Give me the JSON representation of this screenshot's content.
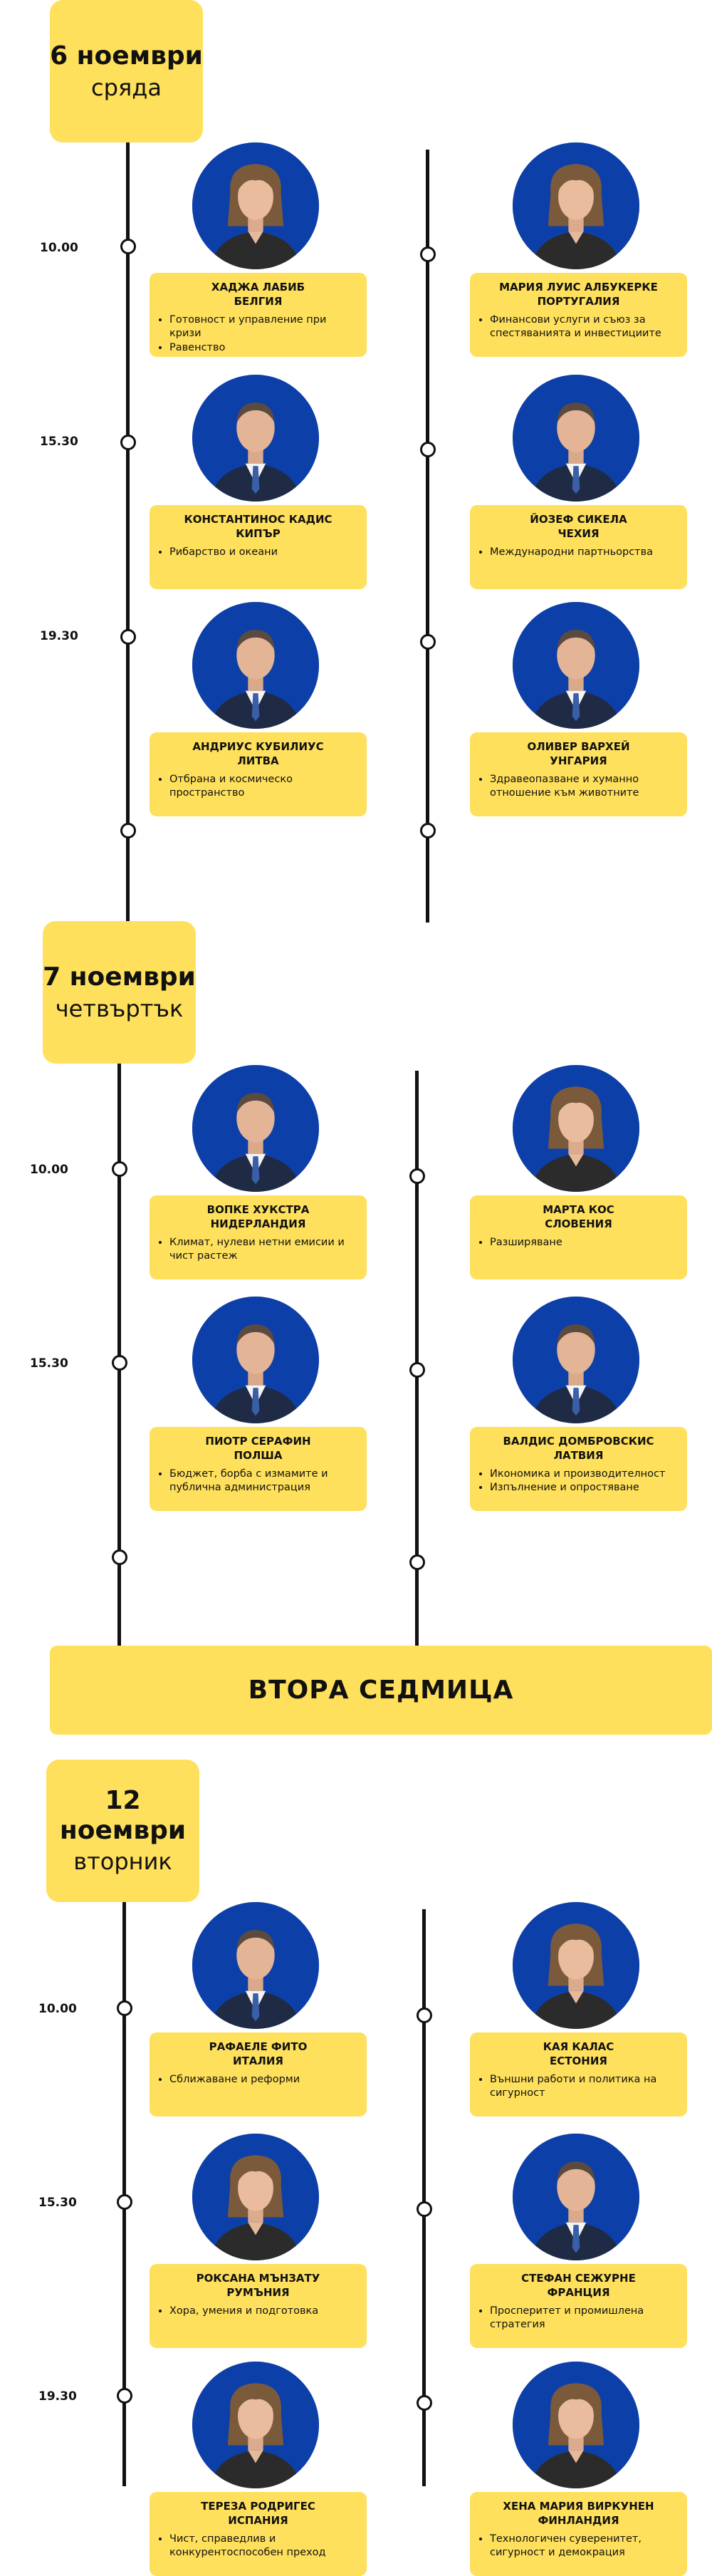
{
  "colors": {
    "accent": "#fee05c",
    "photo_bg": "#0d3fa8",
    "line": "#111111"
  },
  "days": [
    {
      "day": "6 ноември",
      "weekday": "сряда",
      "times": [
        "10.00",
        "15.30",
        "19.30"
      ]
    },
    {
      "day": "7 ноември",
      "weekday": "четвъртък",
      "times": [
        "10.00",
        "15.30"
      ]
    },
    {
      "day": "12 ноември",
      "weekday": "вторник",
      "times": [
        "10.00",
        "15.30",
        "19.30"
      ]
    }
  ],
  "banner": "ВТОРА СЕДМИЦА",
  "commissioners": [
    {
      "name": "ХАДЖА ЛАБИБ",
      "country": "БЕЛГИЯ",
      "portfolio": [
        "Готовност и управление при кризи",
        "Равенство"
      ],
      "photo_icon": "portrait-woman"
    },
    {
      "name": "МАРИЯ ЛУИС АЛБУКЕРКЕ",
      "country": "ПОРТУГАЛИЯ",
      "portfolio": [
        "Финансови услуги и съюз за спестяванията и инвестициите"
      ],
      "photo_icon": "portrait-woman"
    },
    {
      "name": "КОНСТАНТИНОС КАДИС",
      "country": "КИПЪР",
      "portfolio": [
        "Рибарство и океани"
      ],
      "photo_icon": "portrait-man"
    },
    {
      "name": "ЙОЗЕФ СИКЕЛА",
      "country": "ЧЕХИЯ",
      "portfolio": [
        "Международни партньорства"
      ],
      "photo_icon": "portrait-man"
    },
    {
      "name": "АНДРИУС КУБИЛИУС",
      "country": "ЛИТВА",
      "portfolio": [
        "Отбрана и космическо пространство"
      ],
      "photo_icon": "portrait-man"
    },
    {
      "name": "ОЛИВЕР ВАРХЕЙ",
      "country": "УНГАРИЯ",
      "portfolio": [
        "Здравеопазване и хуманно отношение към животните"
      ],
      "photo_icon": "portrait-man"
    },
    {
      "name": "ВОПКЕ ХУКСТРА",
      "country": "НИДЕРЛАНДИЯ",
      "portfolio": [
        "Климат, нулеви нетни емисии и чист растеж"
      ],
      "photo_icon": "portrait-man"
    },
    {
      "name": "МАРТА КОС",
      "country": "СЛОВЕНИЯ",
      "portfolio": [
        "Разширяване"
      ],
      "photo_icon": "portrait-woman"
    },
    {
      "name": "ПИОТР СЕРАФИН",
      "country": "ПОЛША",
      "portfolio": [
        "Бюджет, борба с измамите и публична администрация"
      ],
      "photo_icon": "portrait-man"
    },
    {
      "name": "ВАЛДИС ДОМБРОВСКИС",
      "country": "ЛАТВИЯ",
      "portfolio": [
        "Икономика и производителност",
        "Изпълнение и опростяване"
      ],
      "photo_icon": "portrait-man"
    },
    {
      "name": "РАФАЕЛЕ ФИТО",
      "country": "ИТАЛИЯ",
      "portfolio": [
        "Сближаване и реформи"
      ],
      "photo_icon": "portrait-man"
    },
    {
      "name": "КАЯ КАЛАС",
      "country": "ЕСТОНИЯ",
      "portfolio": [
        "Външни работи и политика на сигурност"
      ],
      "photo_icon": "portrait-woman"
    },
    {
      "name": "РОКСАНА МЪНЗАТУ",
      "country": "РУМЪНИЯ",
      "portfolio": [
        "Хора, умения и подготовка"
      ],
      "photo_icon": "portrait-woman"
    },
    {
      "name": "СТЕФАН СЕЖУРНЕ",
      "country": "ФРАНЦИЯ",
      "portfolio": [
        "Просперитет и промишлена стратегия"
      ],
      "photo_icon": "portrait-man"
    },
    {
      "name": "ТЕРЕЗА РОДРИГЕС",
      "country": "ИСПАНИЯ",
      "portfolio": [
        "Чист, справедлив и конкурентоспособен преход"
      ],
      "photo_icon": "portrait-woman"
    },
    {
      "name": "ХЕНА МАРИЯ ВИРКУНЕН",
      "country": "ФИНЛАНДИЯ",
      "portfolio": [
        "Технологичен суверенитет, сигурност и демокрация"
      ],
      "photo_icon": "portrait-woman"
    }
  ]
}
